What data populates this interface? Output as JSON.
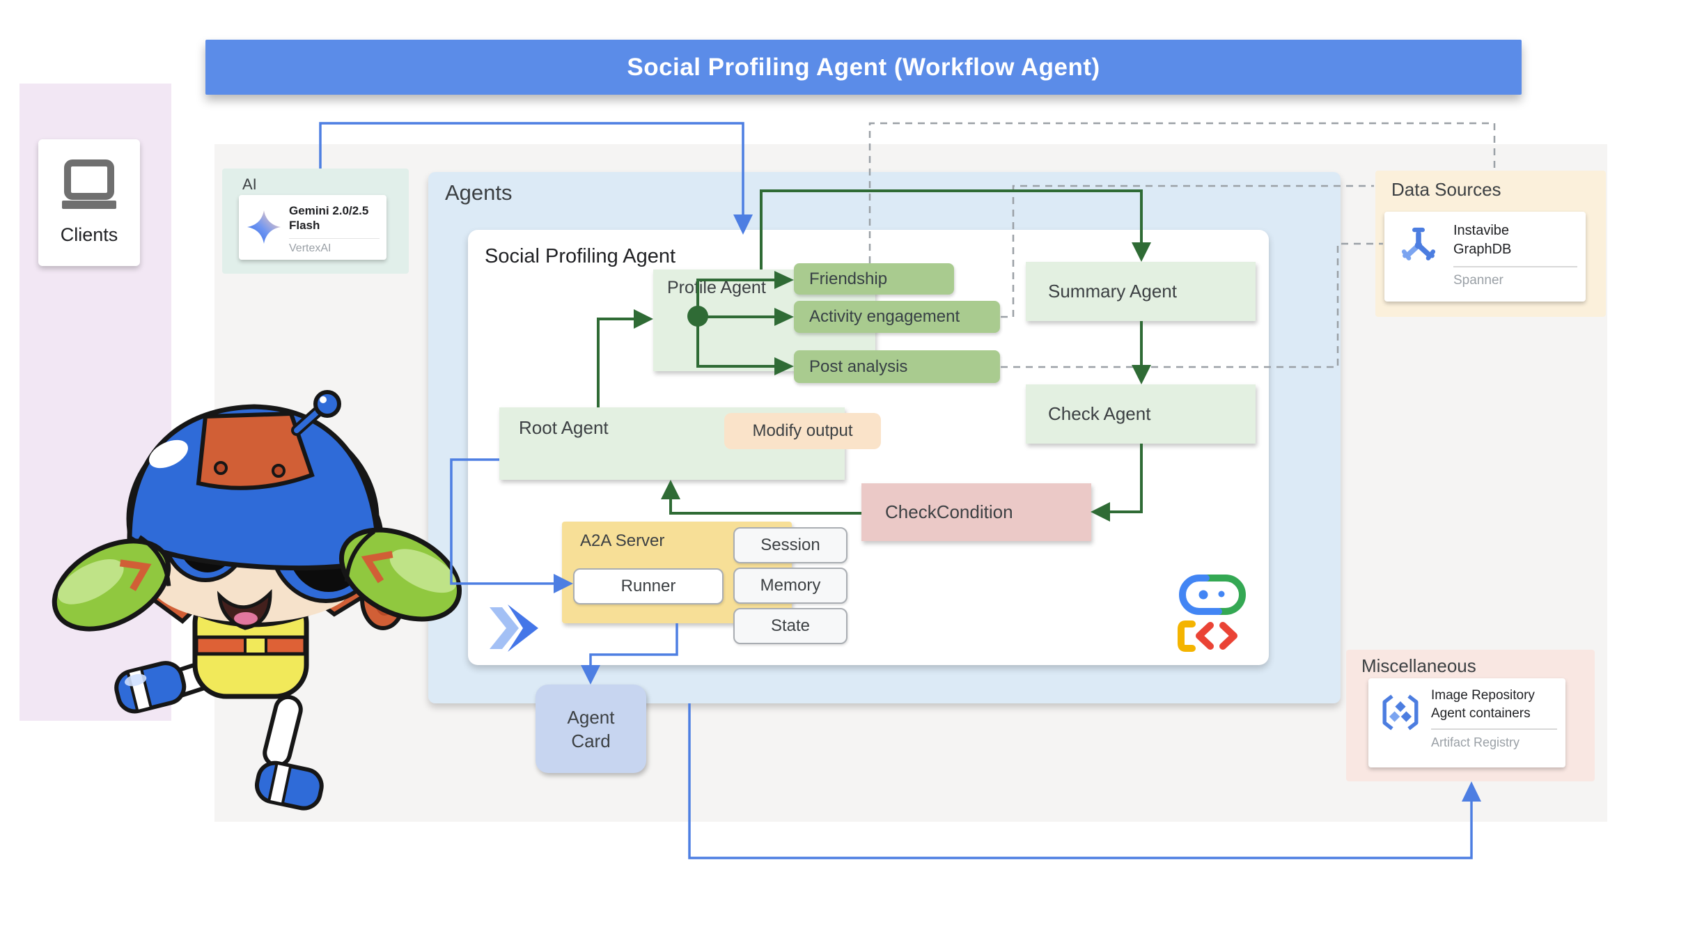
{
  "title": {
    "text": "Social Profiling Agent (Workflow Agent)"
  },
  "clients": {
    "label": "Clients"
  },
  "ai": {
    "label": "AI",
    "model": {
      "name_line1": "Gemini 2.0/2.5",
      "name_line2": "Flash",
      "platform": "VertexAI"
    }
  },
  "agents": {
    "label": "Agents",
    "workflow_title": "Social Profiling Agent",
    "profile_agent": {
      "label": "Profile Agent",
      "tasks": [
        "Friendship",
        "Activity engagement",
        "Post analysis"
      ]
    },
    "summary_agent": {
      "label": "Summary Agent"
    },
    "check_agent": {
      "label": "Check Agent"
    },
    "check_condition": {
      "label": "CheckCondition"
    },
    "root_agent": {
      "label": "Root Agent"
    },
    "modify_output": {
      "label": "Modify output"
    },
    "a2a_server": {
      "label": "A2A Server",
      "runner": "Runner",
      "session": "Session",
      "memory": "Memory",
      "state": "State"
    },
    "agent_card": {
      "line1": "Agent",
      "line2": "Card"
    }
  },
  "data_sources": {
    "label": "Data Sources",
    "card": {
      "name_line1": "Instavibe",
      "name_line2": "GraphDB",
      "platform": "Spanner"
    }
  },
  "miscellaneous": {
    "label": "Miscellaneous",
    "card": {
      "name_line1": "Image Repository",
      "name_line2": "Agent containers",
      "platform": "Artifact Registry"
    }
  },
  "icons": {
    "clients": "laptop-icon",
    "ai_model": "gemini-sparkle-icon",
    "data_sources": "spanner-icon",
    "miscellaneous": "artifact-registry-icon",
    "bottom_right_logo": "adk-robot-logo",
    "bottom_left_logo": "google-cloud-icon",
    "mascot": "robot-mascot"
  },
  "colors": {
    "title_bar_blue": "#5b8ce8",
    "connector_blue": "#4d7ee2",
    "arrow_green": "#2f6b35",
    "chip_green": "#a9cb8f",
    "agent_box_green": "#e3f0e1",
    "condition_pink": "#ebc9c7",
    "modify_peach": "#fae3c9",
    "a2a_yellow": "#f7df97",
    "agent_card_blue": "#c7d5f0",
    "agents_panel_blue": "#dceaf6",
    "ai_panel_mint": "#e1efea",
    "data_sources_cream": "#fbf0db",
    "miscellaneous_pink": "#f9e7e2",
    "left_panel_purple": "#f2e7f4",
    "background_gray": "#f5f4f3",
    "dashed_line_gray": "#9aa0a6"
  }
}
